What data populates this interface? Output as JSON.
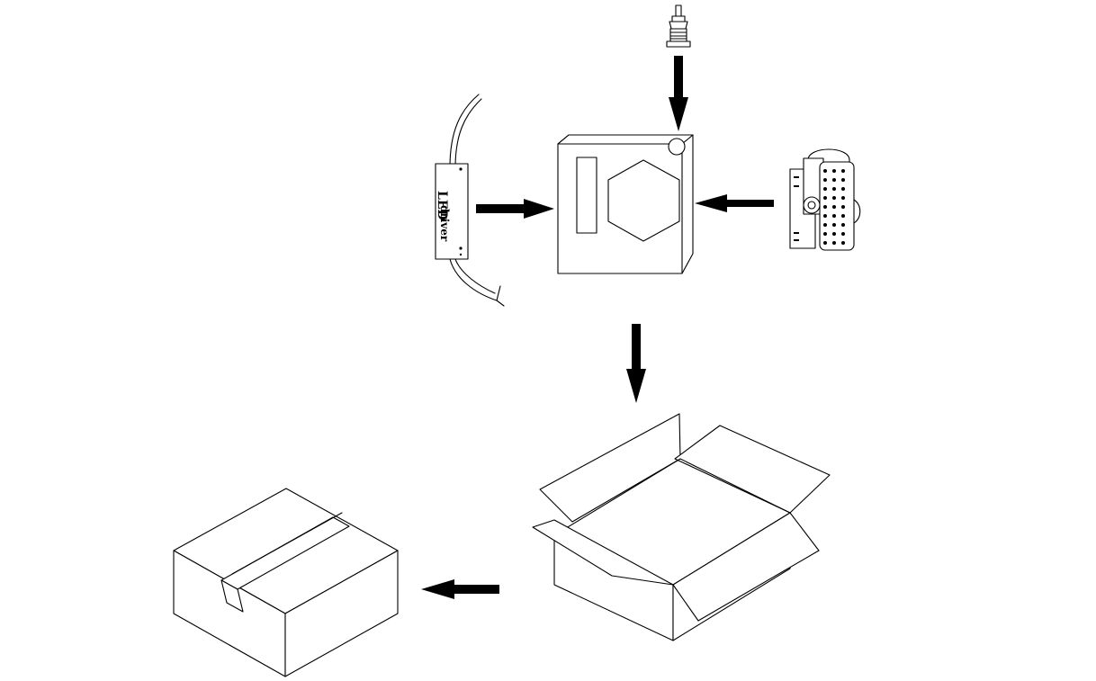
{
  "driver": {
    "label_line1": "LED",
    "label_line2": "driver"
  },
  "arrows": [
    {
      "name": "plug-to-housing-arrow",
      "direction": "down"
    },
    {
      "name": "driver-to-housing-arrow",
      "direction": "right"
    },
    {
      "name": "module-to-housing-arrow",
      "direction": "left"
    },
    {
      "name": "housing-to-open-box-arrow",
      "direction": "down"
    },
    {
      "name": "open-box-to-sealed-box-arrow",
      "direction": "left"
    }
  ],
  "colors": {
    "stroke": "#000000",
    "background": "#ffffff"
  }
}
